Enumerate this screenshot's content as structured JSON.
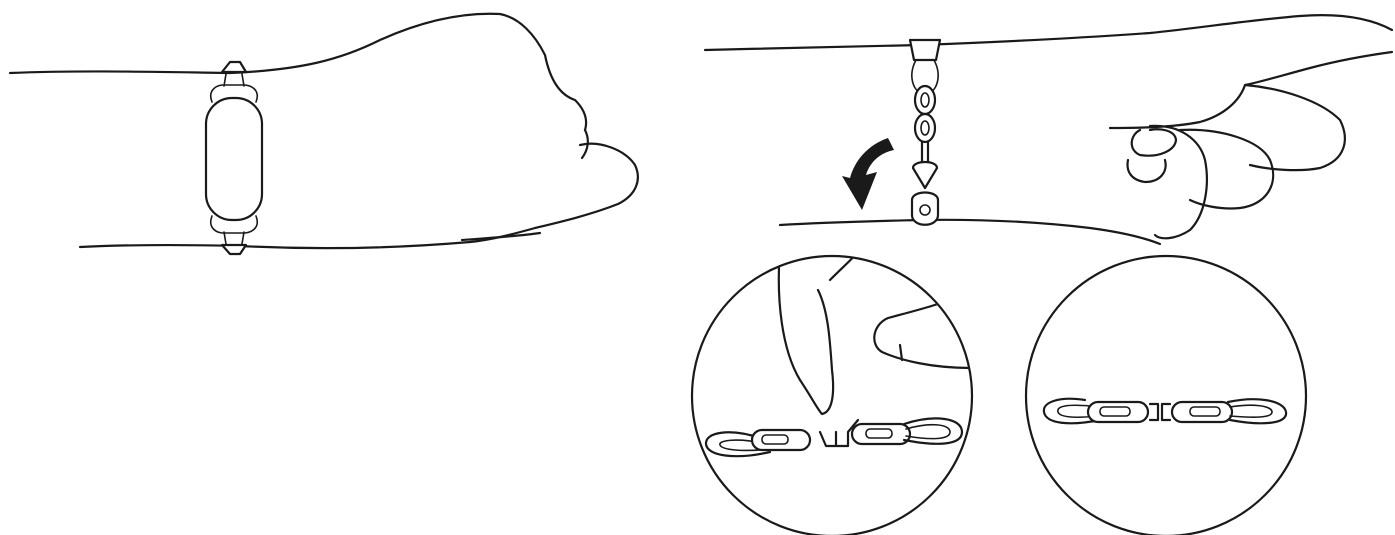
{
  "figure": {
    "panels": [
      {
        "id": "worn-band",
        "shows": "strap-icon"
      },
      {
        "id": "remove-band",
        "shows": "chain-link-icon"
      },
      {
        "id": "detail-open",
        "shows": "clasp-open-icon"
      },
      {
        "id": "detail-closed",
        "shows": "clasp-closed-icon"
      }
    ],
    "colors": {
      "line": "#1a1a1a",
      "background": "#ffffff"
    }
  }
}
